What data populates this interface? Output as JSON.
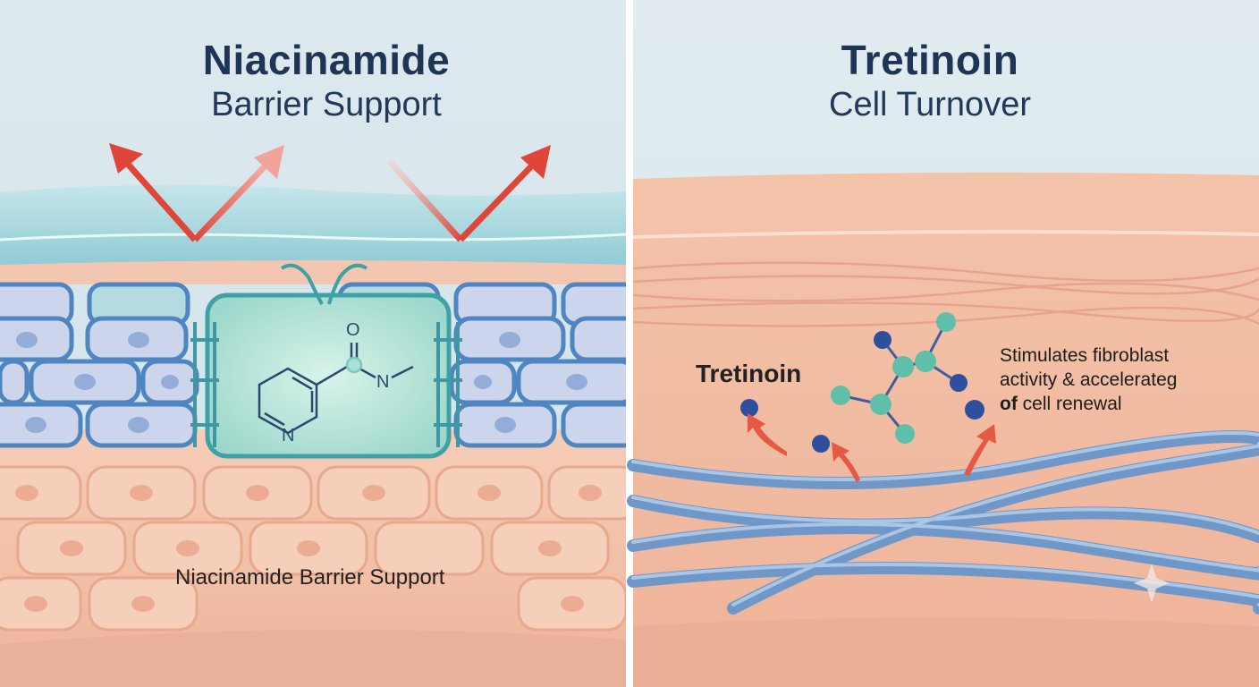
{
  "left_panel": {
    "title": "Niacinamide",
    "subtitle": "Barrier Support",
    "bottom_label": "Niacinamide Barrier Support",
    "molecule_atoms": {
      "oxygen": "O",
      "nitrogen_amide": "N",
      "nitrogen_ring": "N"
    }
  },
  "right_panel": {
    "title": "Tretinoin",
    "subtitle": "Cell Turnover",
    "molecule_label": "Tretinoin",
    "annotation_line1": "Stimulates fibroblast",
    "annotation_line2": "activity & accelerateg",
    "annotation_line3_bold": "of",
    "annotation_line3_rest": " cell renewal"
  },
  "colors": {
    "sky": "#dbe9ef",
    "barrier_blue": "#a9d7de",
    "cell_blue": "#c9d3ea",
    "cell_nucleus": "#7f9bd0",
    "tissue_pink": "#f1c0a8",
    "arrow_red": "#e0453a",
    "fiber_blue": "#7ea3cf",
    "molecule_green": "#5fbfa8",
    "molecule_blue": "#2e4f9e",
    "divider": "#ffffff"
  }
}
